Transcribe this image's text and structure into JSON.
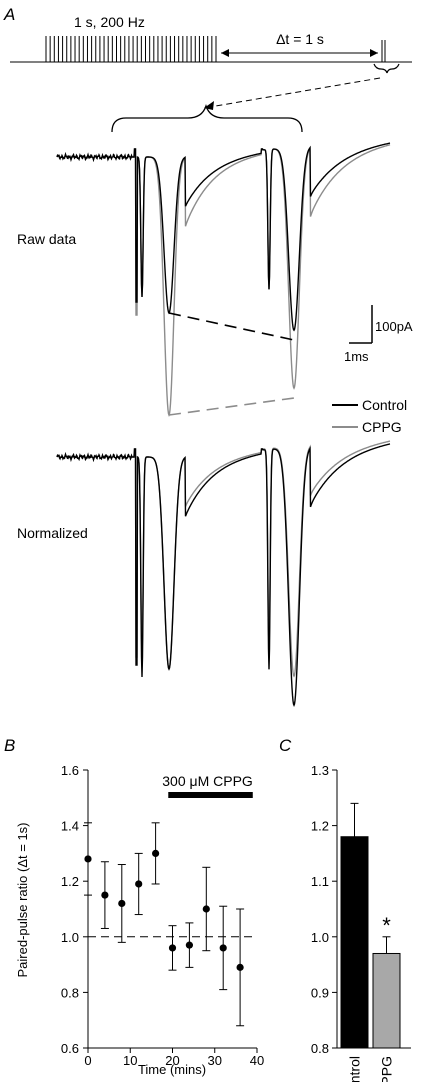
{
  "panel_a": {
    "letter": "A",
    "stim_label": "1 s, 200 Hz",
    "interval_label": "Δt = 1 s",
    "raw_label": "Raw data",
    "norm_label": "Normalized",
    "scale_y": "100pA",
    "scale_x": "1ms",
    "legend": [
      {
        "name": "Control",
        "color": "#000000"
      },
      {
        "name": "CPPG",
        "color": "#8c8c8c"
      }
    ]
  },
  "chart_data": [
    {
      "panel": "B",
      "type": "scatter",
      "xlabel": "Time (mins)",
      "ylabel": "Paired-pulse ratio (Δt = 1s)",
      "xlim": [
        0,
        40
      ],
      "ylim": [
        0.6,
        1.6
      ],
      "xticks": [
        "0",
        "10",
        "20",
        "30",
        "40"
      ],
      "yticks": [
        "0.6",
        "0.8",
        "1.0",
        "1.2",
        "1.4",
        "1.6"
      ],
      "reference_line": 1.0,
      "annotation": {
        "text": "300 μM CPPG",
        "x_start": 19,
        "x_end": 39
      },
      "x": [
        0,
        4,
        8,
        12,
        16,
        20,
        24,
        28,
        32,
        36
      ],
      "y": [
        1.28,
        1.15,
        1.12,
        1.19,
        1.3,
        0.96,
        0.97,
        1.1,
        0.96,
        0.89
      ],
      "error": [
        0.13,
        0.12,
        0.14,
        0.11,
        0.11,
        0.08,
        0.08,
        0.15,
        0.15,
        0.21
      ],
      "marker_color": "#000000"
    },
    {
      "panel": "C",
      "type": "bar",
      "categories": [
        "Control",
        "CPPG"
      ],
      "values": [
        1.18,
        0.97
      ],
      "error": [
        0.06,
        0.03
      ],
      "colors": [
        "#000000",
        "#a8a8a8"
      ],
      "ylim": [
        0.8,
        1.3
      ],
      "yticks": [
        "0.8",
        "0.9",
        "1.0",
        "1.1",
        "1.2",
        "1.3"
      ],
      "significance": "*"
    }
  ]
}
